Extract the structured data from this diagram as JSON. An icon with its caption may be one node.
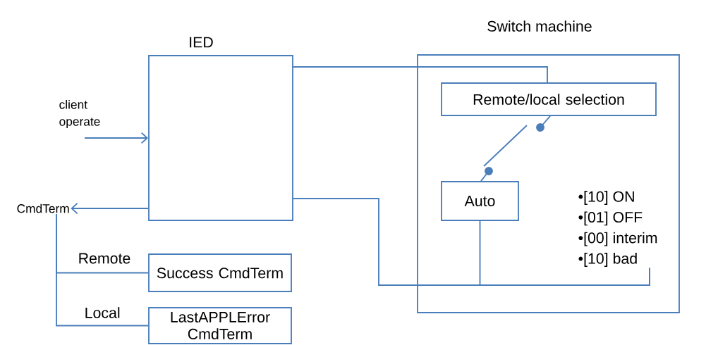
{
  "diagram": {
    "nodes": [
      {
        "text": [
          "IED"
        ]
      },
      {
        "text": [
          "Switch machine"
        ]
      },
      {
        "text": [
          "Remote/local selection"
        ],
        "in": 1
      },
      {
        "text": [
          "Auto"
        ],
        "in": 1
      },
      {
        "text": [
          "•[10] ON",
          "•[01] OFF",
          "•[00] interim",
          "•[10] bad"
        ],
        "in": 1
      },
      {
        "text": [
          "CmdTerm"
        ]
      },
      {
        "text": [
          "Success CmdTerm"
        ]
      },
      {
        "text": [
          "LastAPPLError CmdTerm"
        ]
      }
    ],
    "edges": [
      {
        "from": null,
        "to": 0,
        "arrow": "to",
        "label": "client operate"
      },
      {
        "from": 0,
        "to": 5,
        "arrow": "to"
      },
      {
        "from": 5,
        "to": 6,
        "arrow": "none",
        "label": "Remote"
      },
      {
        "from": 5,
        "to": 7,
        "arrow": "none",
        "label": "Local"
      },
      {
        "from": 0,
        "to": 2,
        "arrow": "none"
      },
      {
        "from": 0,
        "to": 4,
        "arrow": "none"
      },
      {
        "from": 3,
        "to": 4,
        "arrow": "none"
      }
    ]
  }
}
